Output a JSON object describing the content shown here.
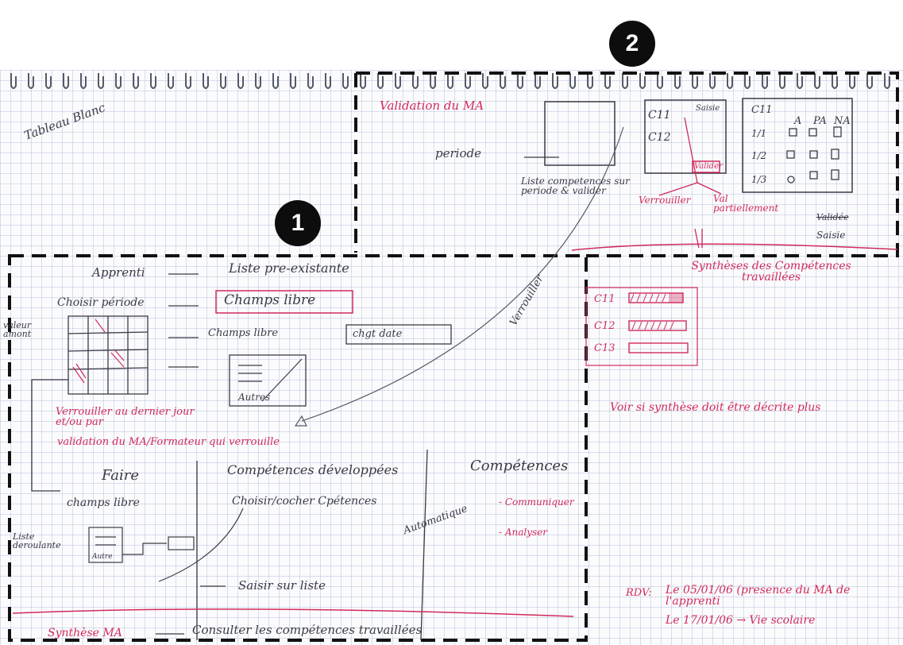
{
  "markers": {
    "one": "1",
    "two": "2"
  },
  "colors": {
    "ink": "#3a3a44",
    "red": "#d22a5c",
    "marker": "#0d0d0d"
  },
  "section_top_left": {
    "tableau_blanc": "Tableau Blanc"
  },
  "section_two": {
    "title": "Validation du MA",
    "periode": "periode",
    "liste_caption": "Liste competences sur periode & valider",
    "c11": "C11",
    "c12": "C12",
    "saisie_top": "Saisie",
    "valider": "Valider",
    "verrouiller": "Verrouiller",
    "val_partiellement": "Val partiellement",
    "grid_headers": {
      "c": "C11",
      "a": "A",
      "pa": "PA",
      "na": "NA"
    },
    "grid_rows": [
      "1/1",
      "1/2",
      "1/3"
    ],
    "validee": "Validée",
    "saisie": "Saisie",
    "synthese": "Synthèses des Compétences travaillées"
  },
  "section_one": {
    "apprenti": "Apprenti",
    "liste_pre": "Liste pre-existante",
    "choisir_periode": "Choisir période",
    "champs_libre_box": "Champs libre",
    "champs_libre_2": "Champs libre",
    "chgt_date": "chgt date",
    "valeur_amont": "valeur amont",
    "autres": "Autres",
    "verrouiller_note": "Verrouiller au dernier jour et/ou par",
    "validation_ma": "validation du MA/Formateur qui verrouille",
    "verrouiller_diag": "Verrouiller",
    "faire": "Faire",
    "champs_libre_3": "champs libre",
    "liste_deroulante": "Liste deroulante",
    "autre_small": "Autre",
    "competences_dev": "Compétences développées",
    "choisir_cocher": "Choisir/cocher Cpétences",
    "saisir_liste": "Saisir sur liste",
    "automatique": "Automatique",
    "competences": "Compétences",
    "communiquer": "- Communiquer",
    "analyser": "- Analyser",
    "synthese_ma": "Synthèse MA",
    "consulter": "Consulter les compétences travaillées"
  },
  "right_bottom": {
    "c11": "C11",
    "c12": "C12",
    "c13": "C13",
    "voir_synthese": "Voir si synthèse doit être décrite plus",
    "rdv": "RDV:",
    "rdv1": "Le 05/01/06 (presence du MA de l'apprenti",
    "rdv2": "Le 17/01/06 → Vie scolaire"
  }
}
